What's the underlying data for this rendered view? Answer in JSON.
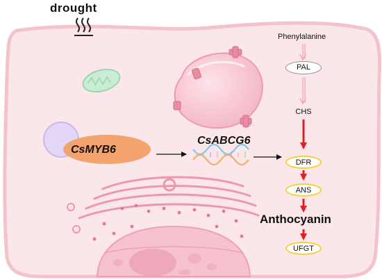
{
  "diagram": {
    "stress_label": "drought",
    "transcription_factor": "CsMYB6",
    "target_gene": "CsABCG6",
    "precursor": "Phenylalanine",
    "product": "Anthocyanin",
    "pathway": {
      "enzymes": [
        {
          "name": "PAL",
          "style": "grey-oval"
        },
        {
          "name": "CHS",
          "style": "plain"
        },
        {
          "name": "DFR",
          "style": "yellow-oval"
        },
        {
          "name": "ANS",
          "style": "yellow-oval"
        },
        {
          "name": "UFGT",
          "style": "yellow-oval"
        }
      ]
    },
    "colors": {
      "cell_fill": "#fbe7ea",
      "cell_border": "#f3c3cb",
      "tf_fill": "#f2a36e",
      "nucleus_circle": "#e0d2f6",
      "strong_arrow": "#e21f26",
      "weak_arrow": "#f0a3a9",
      "enzyme_highlight": "#f1d23c"
    }
  }
}
